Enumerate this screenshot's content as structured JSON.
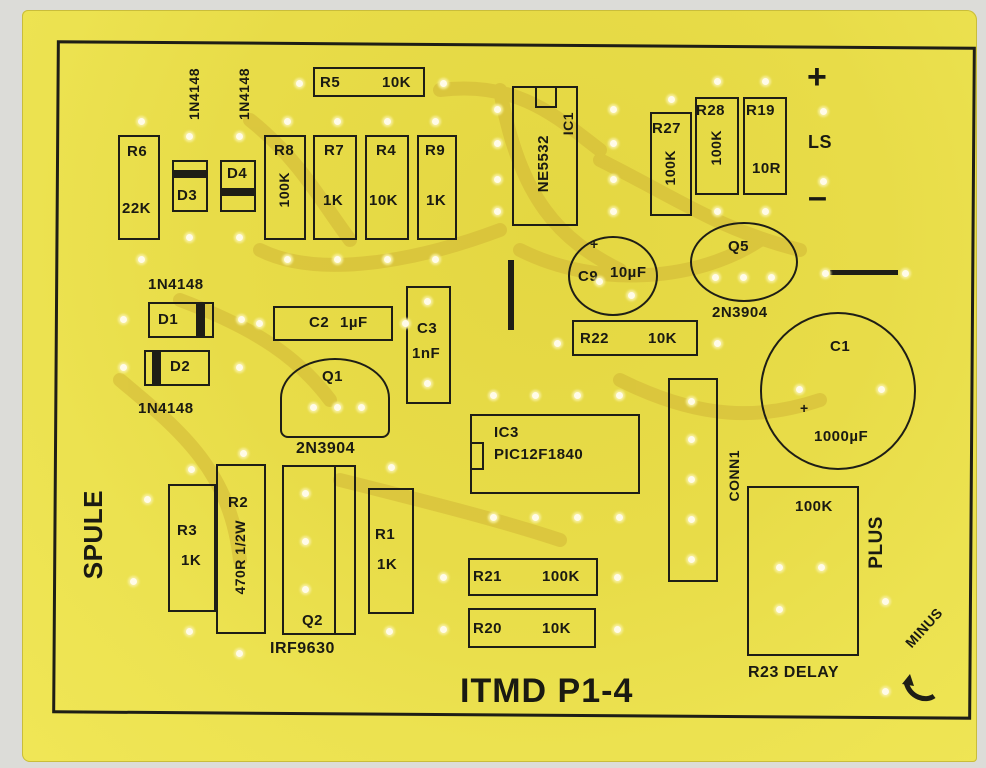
{
  "board_title": "ITMD P1-4",
  "components": {
    "r5": {
      "ref": "R5",
      "value": "10K"
    },
    "d3_part": "1N4148",
    "d4_part": "1N4148",
    "r6": {
      "ref": "R6",
      "value": "22K"
    },
    "d3": "D3",
    "d4": "D4",
    "r8": {
      "ref": "R8",
      "value": "100K"
    },
    "r7": {
      "ref": "R7",
      "value": "1K"
    },
    "r4": {
      "ref": "R4",
      "value": "10K"
    },
    "r9": {
      "ref": "R9",
      "value": "1K"
    },
    "ic1": {
      "ref": "IC1",
      "part": "NE5532"
    },
    "r27": {
      "ref": "R27",
      "value": "100K"
    },
    "r28": {
      "ref": "R28",
      "value": "100K"
    },
    "r19": {
      "ref": "R19",
      "value": "10R"
    },
    "ls": {
      "plus": "+",
      "label": "LS",
      "minus": "–"
    },
    "d1": {
      "part": "1N4148",
      "ref": "D1"
    },
    "d2": {
      "part": "1N4148",
      "ref": "D2"
    },
    "c2": {
      "ref": "C2",
      "value": "1µF"
    },
    "c3": {
      "ref": "C3",
      "value": "1nF"
    },
    "c9": {
      "ref": "C9",
      "value": "10µF"
    },
    "q5": {
      "ref": "Q5",
      "part": "2N3904"
    },
    "r22": {
      "ref": "R22",
      "value": "10K"
    },
    "c1": {
      "ref": "C1",
      "value": "1000µF",
      "plus": "+"
    },
    "q1": {
      "ref": "Q1",
      "part": "2N3904"
    },
    "ic3": {
      "ref": "IC3",
      "part": "PIC12F1840"
    },
    "conn1": "CONN1",
    "spule": "SPULE",
    "r3": {
      "ref": "R3",
      "value": "1K"
    },
    "r2": {
      "ref": "R2",
      "value": "470R 1/2W"
    },
    "q2": {
      "ref": "Q2",
      "part": "IRF9630"
    },
    "r1": {
      "ref": "R1",
      "value": "1K"
    },
    "r21": {
      "ref": "R21",
      "value": "100K"
    },
    "r20": {
      "ref": "R20",
      "value": "10K"
    },
    "r23": {
      "value": "100K",
      "label": "R23 DELAY"
    },
    "plus": "PLUS",
    "minus": "MINUS"
  }
}
